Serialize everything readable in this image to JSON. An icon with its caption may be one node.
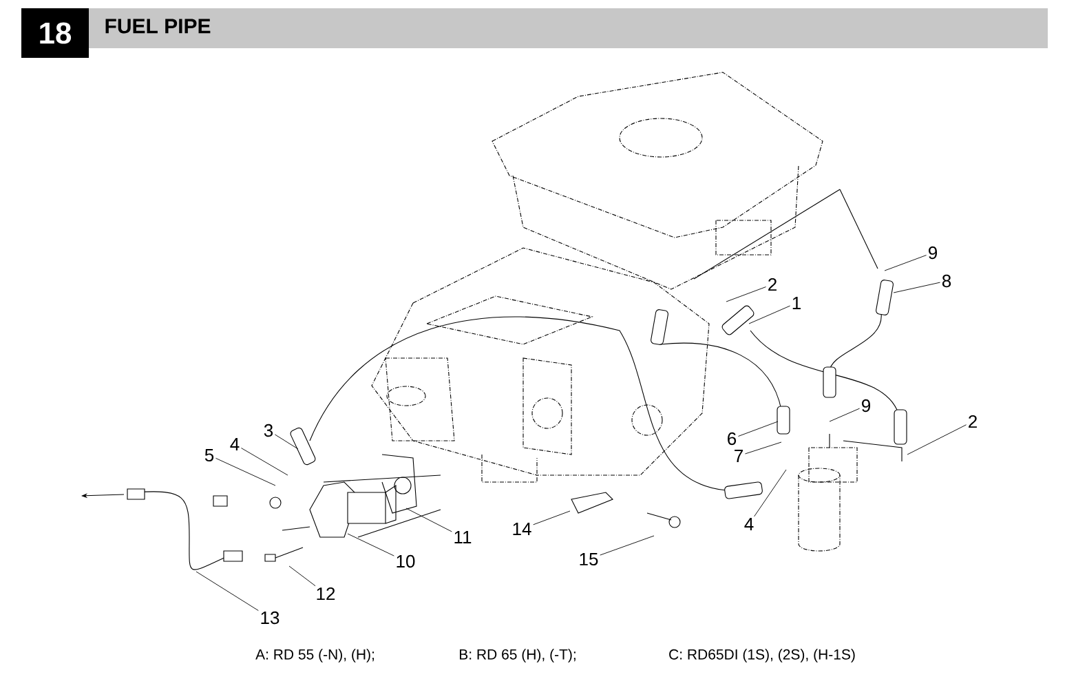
{
  "diagram": {
    "title": "FUEL PIPE",
    "nodes": [
      {
        "text": [
          "1"
        ]
      },
      {
        "text": [
          "2"
        ]
      },
      {
        "text": [
          "9"
        ]
      },
      {
        "text": [
          "8"
        ]
      },
      {
        "text": [
          "3"
        ]
      },
      {
        "text": [
          "4"
        ]
      },
      {
        "text": [
          "5"
        ]
      },
      {
        "text": [
          "6"
        ]
      },
      {
        "text": [
          "7"
        ]
      },
      {
        "text": [
          "9"
        ]
      },
      {
        "text": [
          "2"
        ]
      },
      {
        "text": [
          "4"
        ]
      },
      {
        "text": [
          "11"
        ]
      },
      {
        "text": [
          "10"
        ]
      },
      {
        "text": [
          "12"
        ]
      },
      {
        "text": [
          "13"
        ]
      },
      {
        "text": [
          "14"
        ]
      },
      {
        "text": [
          "15"
        ]
      }
    ],
    "edges": [
      {
        "from": 0,
        "to": null,
        "arrow": "none"
      },
      {
        "from": 1,
        "to": null,
        "arrow": "none"
      },
      {
        "from": 2,
        "to": null,
        "arrow": "none"
      },
      {
        "from": 3,
        "to": null,
        "arrow": "none"
      },
      {
        "from": 4,
        "to": null,
        "arrow": "none"
      },
      {
        "from": 5,
        "to": null,
        "arrow": "none"
      },
      {
        "from": 6,
        "to": null,
        "arrow": "none"
      },
      {
        "from": 7,
        "to": null,
        "arrow": "none"
      },
      {
        "from": 8,
        "to": null,
        "arrow": "none"
      },
      {
        "from": 9,
        "to": null,
        "arrow": "none"
      },
      {
        "from": 10,
        "to": null,
        "arrow": "none"
      },
      {
        "from": 11,
        "to": null,
        "arrow": "none"
      },
      {
        "from": 12,
        "to": null,
        "arrow": "none"
      },
      {
        "from": 13,
        "to": null,
        "arrow": "none"
      },
      {
        "from": 14,
        "to": null,
        "arrow": "none"
      },
      {
        "from": 15,
        "to": null,
        "arrow": "none"
      },
      {
        "from": 16,
        "to": null,
        "arrow": "none"
      },
      {
        "from": 17,
        "to": null,
        "arrow": "none"
      }
    ],
    "labels": [
      "18",
      "A: RD 55 (-N), (H);",
      "B: RD 65 (H), (-T);",
      "C: RD65DI (1S), (2S), (H-1S)"
    ]
  }
}
